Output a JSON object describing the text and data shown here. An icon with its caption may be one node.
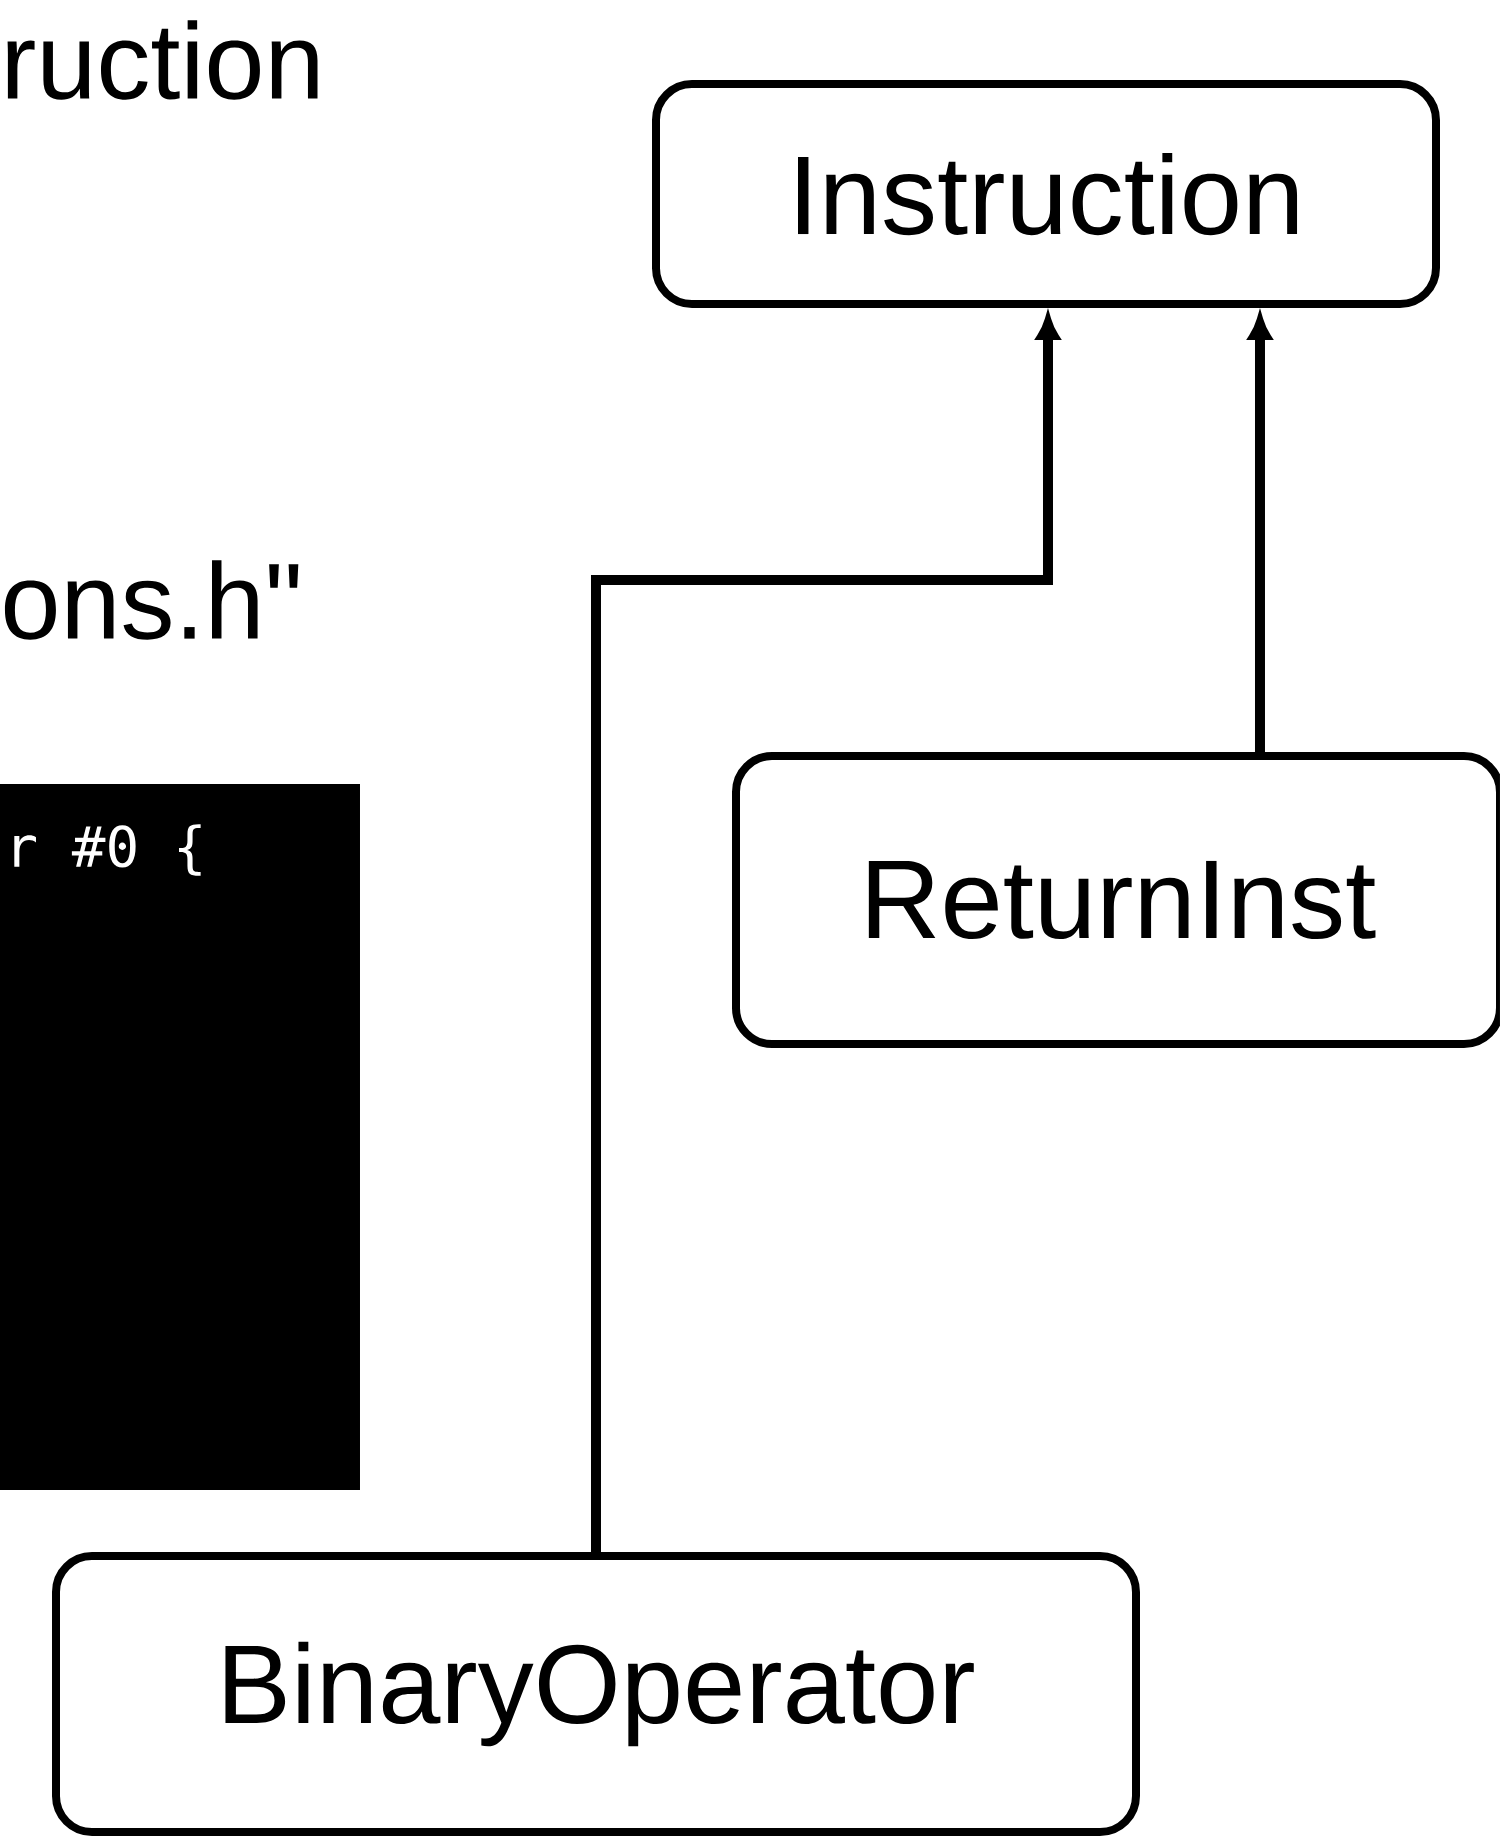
{
  "diagram": {
    "nodes": [
      {
        "text": [
          "Instruction"
        ]
      },
      {
        "text": [
          "ReturnInst"
        ]
      },
      {
        "text": [
          "BinaryOperator"
        ]
      }
    ],
    "edges": [
      {
        "from": 2,
        "to": 0,
        "arrow": "to"
      },
      {
        "from": 1,
        "to": 0,
        "arrow": "to"
      }
    ],
    "labels": [
      "ruction",
      "ons.h\"",
      "r #0 {"
    ]
  }
}
